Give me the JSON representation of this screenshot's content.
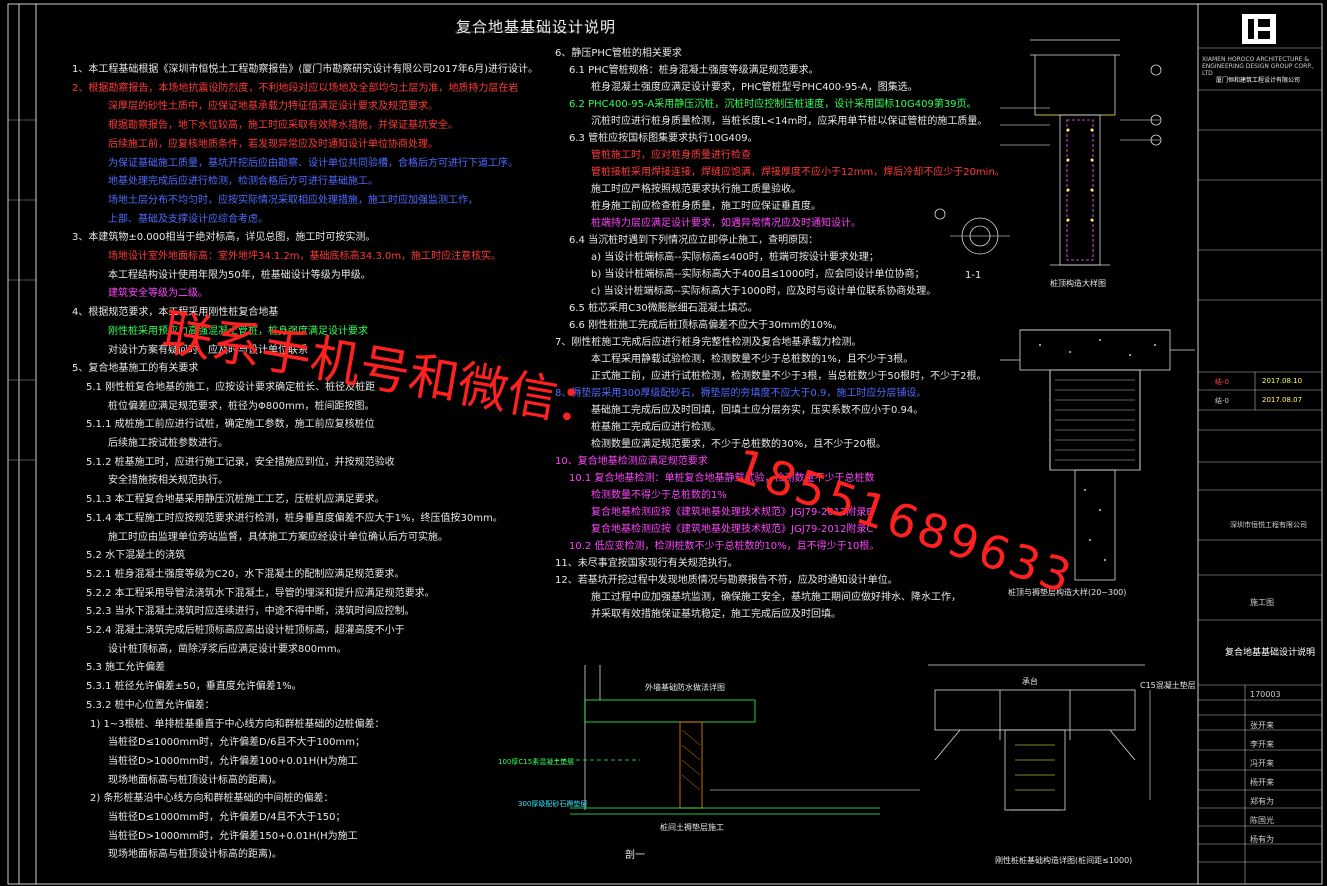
{
  "title": "复合地基基础设计说明",
  "watermark": {
    "line1": "联系手机号和微信：",
    "line2": "18551689633"
  },
  "left_notes": [
    {
      "text": "1、本工程基础根据《深圳市恒悦土工程勘察报告》(厦门市勘察研究设计有限公司2017年6月)进行设计。",
      "c": "w"
    },
    {
      "text": "2、根据勘察报告，本场地抗震设防烈度，不利地段对应以场地及全部均匀土层为准，地质持力层在岩",
      "c": "r"
    },
    {
      "text": "深厚层的砂性土质中，应保证地基承载力特征值满足设计要求及规范要求。",
      "c": "r"
    },
    {
      "text": "根据勘察报告，地下水位较高，施工时应采取有效降水措施，并保证基坑安全。",
      "c": "r"
    },
    {
      "text": "后续施工前，应复核地质条件，若发现异常应及时通知设计单位协商处理。",
      "c": "r"
    },
    {
      "text": "为保证基础施工质量，基坑开挖后应由勘察、设计单位共同验槽，合格后方可进行下道工序。",
      "c": "b"
    },
    {
      "text": "地基处理完成后应进行检测，检测合格后方可进行基础施工。",
      "c": "b"
    },
    {
      "text": "场地土层分布不均匀时，应按实际情况采取相应处理措施，施工时应加强监测工作，",
      "c": "b"
    },
    {
      "text": "上部、基础及支撑设计应综合考虑。",
      "c": "b"
    },
    {
      "text": "3、本建筑物±0.000相当于绝对标高，详见总图，施工时可按实测。",
      "c": "w"
    },
    {
      "text": "场地设计室外地面标高：室外地坪34.1.2m，基础底标高34.3.0m，施工时应注意核实。",
      "c": "r"
    },
    {
      "text": "本工程结构设计使用年限为50年，桩基础设计等级为甲级。",
      "c": "w"
    },
    {
      "text": "建筑安全等级为二级。",
      "c": "m"
    },
    {
      "text": "4、根据规范要求，本工程采用刚性桩复合地基",
      "c": "w"
    },
    {
      "text": "刚性桩采用预应力高强混凝土管桩，桩身强度满足设计要求",
      "c": "g"
    },
    {
      "text": "对设计方案有疑问时，应及时与设计单位联系",
      "c": "w"
    },
    {
      "text": "5、复合地基施工的有关要求",
      "c": "w"
    },
    {
      "text": "5.1  刚性桩复合地基的施工，应按设计要求确定桩长、桩径及桩距",
      "c": "w"
    },
    {
      "text": "桩位偏差应满足规范要求，桩径为Φ800mm，桩间距按图。",
      "c": "w"
    },
    {
      "text": "5.1.1  成桩施工前应进行试桩，确定施工参数，施工前应复核桩位",
      "c": "w"
    },
    {
      "text": "后续施工按试桩参数进行。",
      "c": "w"
    },
    {
      "text": "5.1.2  桩基施工时，应进行施工记录，安全措施应到位，并按规范验收",
      "c": "w"
    },
    {
      "text": "安全措施按相关规范执行。",
      "c": "w"
    },
    {
      "text": "5.1.3  本工程复合地基采用静压沉桩施工工艺，压桩机应满足要求。",
      "c": "w"
    },
    {
      "text": "5.1.4  本工程施工时应按规范要求进行检测，桩身垂直度偏差不应大于1%，终压值按30mm。",
      "c": "w"
    },
    {
      "text": "施工时应由监理单位旁站监督，具体施工方案应经设计单位确认后方可实施。",
      "c": "w"
    },
    {
      "text": "5.2  水下混凝土的浇筑",
      "c": "w"
    },
    {
      "text": "5.2.1  桩身混凝土强度等级为C20，水下混凝土的配制应满足规范要求。",
      "c": "w"
    },
    {
      "text": "5.2.2  本工程采用导管法浇筑水下混凝土，导管的埋深和提升应满足规范要求。",
      "c": "w"
    },
    {
      "text": "5.2.3  当水下混凝土浇筑时应连续进行，中途不得中断，浇筑时间应控制。",
      "c": "w"
    },
    {
      "text": "5.2.4  混凝土浇筑完成后桩顶标高应高出设计桩顶标高，超灌高度不小于",
      "c": "w"
    },
    {
      "text": "设计桩顶标高，凿除浮浆后应满足设计要求800mm。",
      "c": "w"
    },
    {
      "text": "5.3  施工允许偏差",
      "c": "w"
    },
    {
      "text": "5.3.1  桩径允许偏差±50，垂直度允许偏差1%。",
      "c": "w"
    },
    {
      "text": "5.3.2  桩中心位置允许偏差：",
      "c": "w"
    },
    {
      "text": "1) 1~3根桩、单排桩基垂直于中心线方向和群桩基础的边桩偏差：",
      "c": "w"
    },
    {
      "text": "当桩径D≤1000mm时，允许偏差D/6且不大于100mm；",
      "c": "w"
    },
    {
      "text": "当桩径D>1000mm时，允许偏差100+0.01H(H为施工",
      "c": "w"
    },
    {
      "text": "现场地面标高与桩顶设计标高的距离)。",
      "c": "w"
    },
    {
      "text": "2) 条形桩基沿中心线方向和群桩基础的中间桩的偏差：",
      "c": "w"
    },
    {
      "text": "当桩径D≤1000mm时，允许偏差D/4且不大于150；",
      "c": "w"
    },
    {
      "text": "当桩径D>1000mm时，允许偏差150+0.01H(H为施工",
      "c": "w"
    },
    {
      "text": "现场地面标高与桩顶设计标高的距离)。",
      "c": "w"
    }
  ],
  "mid_notes": [
    {
      "text": "6、静压PHC管桩的相关要求",
      "c": "w"
    },
    {
      "text": "6.1  PHC管桩规格：桩身混凝土强度等级满足规范要求。",
      "c": "w"
    },
    {
      "text": "桩身混凝土强度应满足设计要求，PHC管桩型号PHC400-95-A，图集选。",
      "c": "w"
    },
    {
      "text": "6.2  PHC400-95-A采用静压沉桩，沉桩时应控制压桩速度，设计采用国标10G409第39页。",
      "c": "g"
    },
    {
      "text": "沉桩时应进行桩身质量检测，当桩长度L<14m时，应采用单节桩以保证管桩的施工质量。",
      "c": "w"
    },
    {
      "text": "6.3  管桩应按国标图集要求执行10G409。",
      "c": "w"
    },
    {
      "text": "管桩施工时，应对桩身质量进行检查",
      "c": "r"
    },
    {
      "text": "管桩接桩采用焊接连接，焊缝应饱满，焊接厚度不应小于12mm，焊后冷却不应少于20min。",
      "c": "r"
    },
    {
      "text": "施工时应严格按照规范要求执行施工质量验收。",
      "c": "w"
    },
    {
      "text": "桩身施工前应检查桩身质量，施工时应保证垂直度。",
      "c": "w"
    },
    {
      "text": "桩端持力层应满足设计要求，如遇异常情况应及时通知设计。",
      "c": "m"
    },
    {
      "text": "6.4  当沉桩时遇到下列情况应立即停止施工，查明原因：",
      "c": "w"
    },
    {
      "text": "a) 当设计桩端标高--实际标高≤400时，桩端可按设计要求处理；",
      "c": "w"
    },
    {
      "text": "b) 当设计桩端标高--实际标高大于400且≤1000时，应会同设计单位协商；",
      "c": "w"
    },
    {
      "text": "c) 当设计桩端标高--实际标高大于1000时，应及时与设计单位联系协商处理。",
      "c": "w"
    },
    {
      "text": "6.5  桩芯采用C30微膨胀细石混凝土填芯。",
      "c": "w"
    },
    {
      "text": "6.6  刚性桩施工完成后桩顶标高偏差不应大于30mm的10%。",
      "c": "w"
    },
    {
      "text": "7、刚性桩施工完成后应进行桩身完整性检测及复合地基承载力检测。",
      "c": "w"
    },
    {
      "text": "本工程采用静载试验检测，检测数量不少于总桩数的1%，且不少于3根。",
      "c": "w"
    },
    {
      "text": "正式施工前，应进行试桩检测，检测数量不少于3根，当总桩数少于50根时，不少于2根。",
      "c": "w"
    },
    {
      "text": "8、褥垫层采用300厚级配砂石，褥垫层的夯填度不应大于0.9，施工时应分层铺设。",
      "c": "b"
    },
    {
      "text": "基础施工完成后应及时回填，回填土应分层夯实，压实系数不应小于0.94。",
      "c": "w"
    },
    {
      "text": "桩基施工完成后应进行检测。",
      "c": "w"
    },
    {
      "text": "检测数量应满足规范要求，不少于总桩数的30%，且不少于20根。",
      "c": "w"
    },
    {
      "text": "10、复合地基检测应满足规范要求",
      "c": "m"
    },
    {
      "text": "10.1  复合地基检测：单桩复合地基静载试验，检测数量不少于总桩数",
      "c": "m"
    },
    {
      "text": "检测数量不得少于总桩数的1%",
      "c": "m"
    },
    {
      "text": "复合地基检测应按《建筑地基处理技术规范》JGJ79-2012附录B",
      "c": "m"
    },
    {
      "text": "复合地基检测应按《建筑地基处理技术规范》JGJ79-2012附录C",
      "c": "m"
    },
    {
      "text": "10.2  低应变检测，检测桩数不少于总桩数的10%，且不得少于10根。",
      "c": "m"
    },
    {
      "text": "11、未尽事宜按国家现行有关规范执行。",
      "c": "w"
    },
    {
      "text": "12、若基坑开挖过程中发现地质情况与勘察报告不符，应及时通知设计单位。",
      "c": "w"
    },
    {
      "text": "施工过程中应加强基坑监测，确保施工安全，基坑施工期间应做好排水、降水工作，",
      "c": "w"
    },
    {
      "text": "并采取有效措施保证基坑稳定，施工完成后应及时回填。",
      "c": "w"
    }
  ],
  "drawing_labels": {
    "section_1_1": "1-1",
    "pile_detail": "桩顶构造大样图",
    "cushion_detail": "桩顶与褥垫层构造大样(20~300)",
    "outer_wall_note": "外墙基础防水做法详图",
    "column_note": "桩间土褥垫层施工",
    "cushion_300": "300厚级配砂石褥垫层",
    "cushion_100": "100厚C15素混凝土垫层",
    "section_name": "剖一",
    "base_label": "承台",
    "right_note": "刚性桩桩基础构造详图(桩间距≤1000)",
    "c15": "C15混凝土垫层"
  },
  "title_block": {
    "company_en": "XIAMEN HOROCO ARCHITECTURE & ENGINEERING DESIGN GROUP CORP., LTD",
    "company_cn": "厦门恒和建筑工程设计有限公司",
    "revisions": [
      {
        "mark": "结-0",
        "date": "2017.08.10"
      },
      {
        "mark": "结-0",
        "date": "2017.08.07"
      }
    ],
    "project": "深圳市恒悦工程有限公司",
    "stage": "施工图",
    "drawing_title": "复合地基基础设计说明",
    "number": "170003",
    "people": [
      "张开来",
      "李开来",
      "冯开来",
      "杨开来",
      "郑有为",
      "陈国光",
      "杨有为"
    ]
  }
}
